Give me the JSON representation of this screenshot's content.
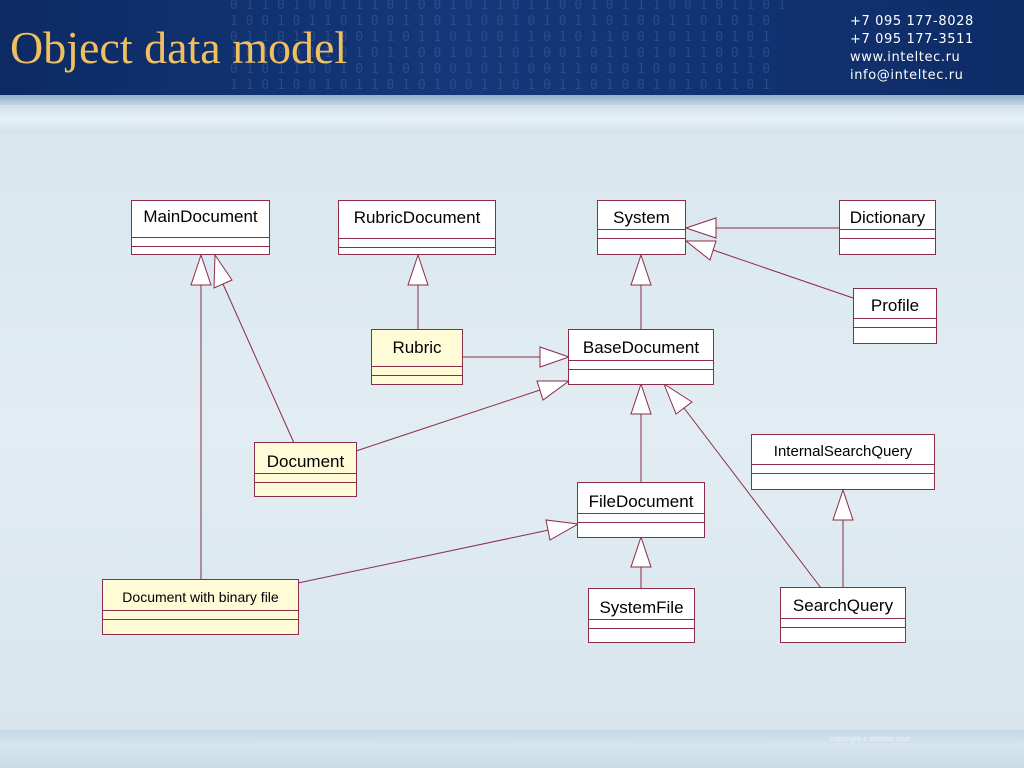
{
  "header": {
    "title": "Object data model",
    "contacts": [
      "+7 095 177-8028",
      "+7 095 177-3511",
      "www.inteltec.ru",
      "info@inteltec.ru"
    ]
  },
  "footer": {
    "copyright": "copyright c inteltec plus"
  },
  "colors": {
    "header_bg": "#14387a",
    "title": "#f0c060",
    "box_border": "#8a2c4a",
    "highlight_fill": "#fffbd7"
  },
  "diagram": {
    "classes": {
      "main_document": "MainDocument",
      "rubric_document": "RubricDocument",
      "system": "System",
      "dictionary": "Dictionary",
      "profile": "Profile",
      "rubric": "Rubric",
      "base_document": "BaseDocument",
      "document": "Document",
      "internal_search_query": "InternalSearchQuery",
      "file_document": "FileDocument",
      "document_with_binary_file": "Document with binary file",
      "system_file": "SystemFile",
      "search_query": "SearchQuery"
    },
    "inheritance": [
      [
        "Rubric",
        "RubricDocument"
      ],
      [
        "BaseDocument",
        "System"
      ],
      [
        "Dictionary",
        "System"
      ],
      [
        "Profile",
        "System"
      ],
      [
        "Rubric",
        "BaseDocument"
      ],
      [
        "Document",
        "BaseDocument"
      ],
      [
        "Document",
        "MainDocument"
      ],
      [
        "Document with binary file",
        "MainDocument"
      ],
      [
        "Document with binary file",
        "FileDocument"
      ],
      [
        "FileDocument",
        "BaseDocument"
      ],
      [
        "SearchQuery",
        "BaseDocument"
      ],
      [
        "SearchQuery",
        "InternalSearchQuery"
      ],
      [
        "SystemFile",
        "FileDocument"
      ]
    ]
  }
}
